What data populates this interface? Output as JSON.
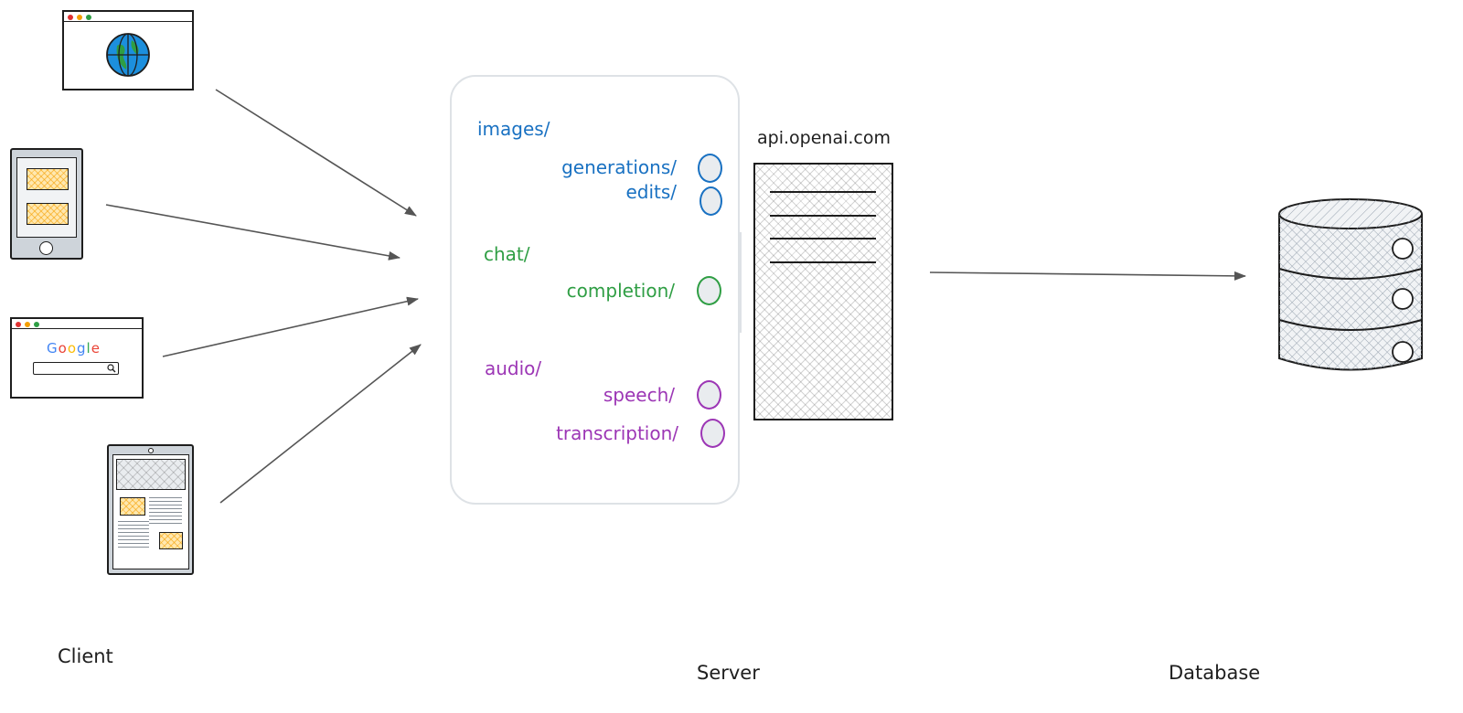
{
  "labels": {
    "client": "Client",
    "server": "Server",
    "database": "Database",
    "host": "api.openai.com"
  },
  "endpoints": {
    "images": {
      "group": "images/",
      "generations": "generations/",
      "edits": "edits/"
    },
    "chat": {
      "group": "chat/",
      "completion": "completion/"
    },
    "audio": {
      "group": "audio/",
      "speech": "speech/",
      "transcription": "transcription/"
    }
  },
  "google_logo": "Google",
  "colors": {
    "images": "#1971c2",
    "chat": "#2f9e44",
    "audio": "#9c36b5",
    "stroke": "#1e1e1e"
  }
}
